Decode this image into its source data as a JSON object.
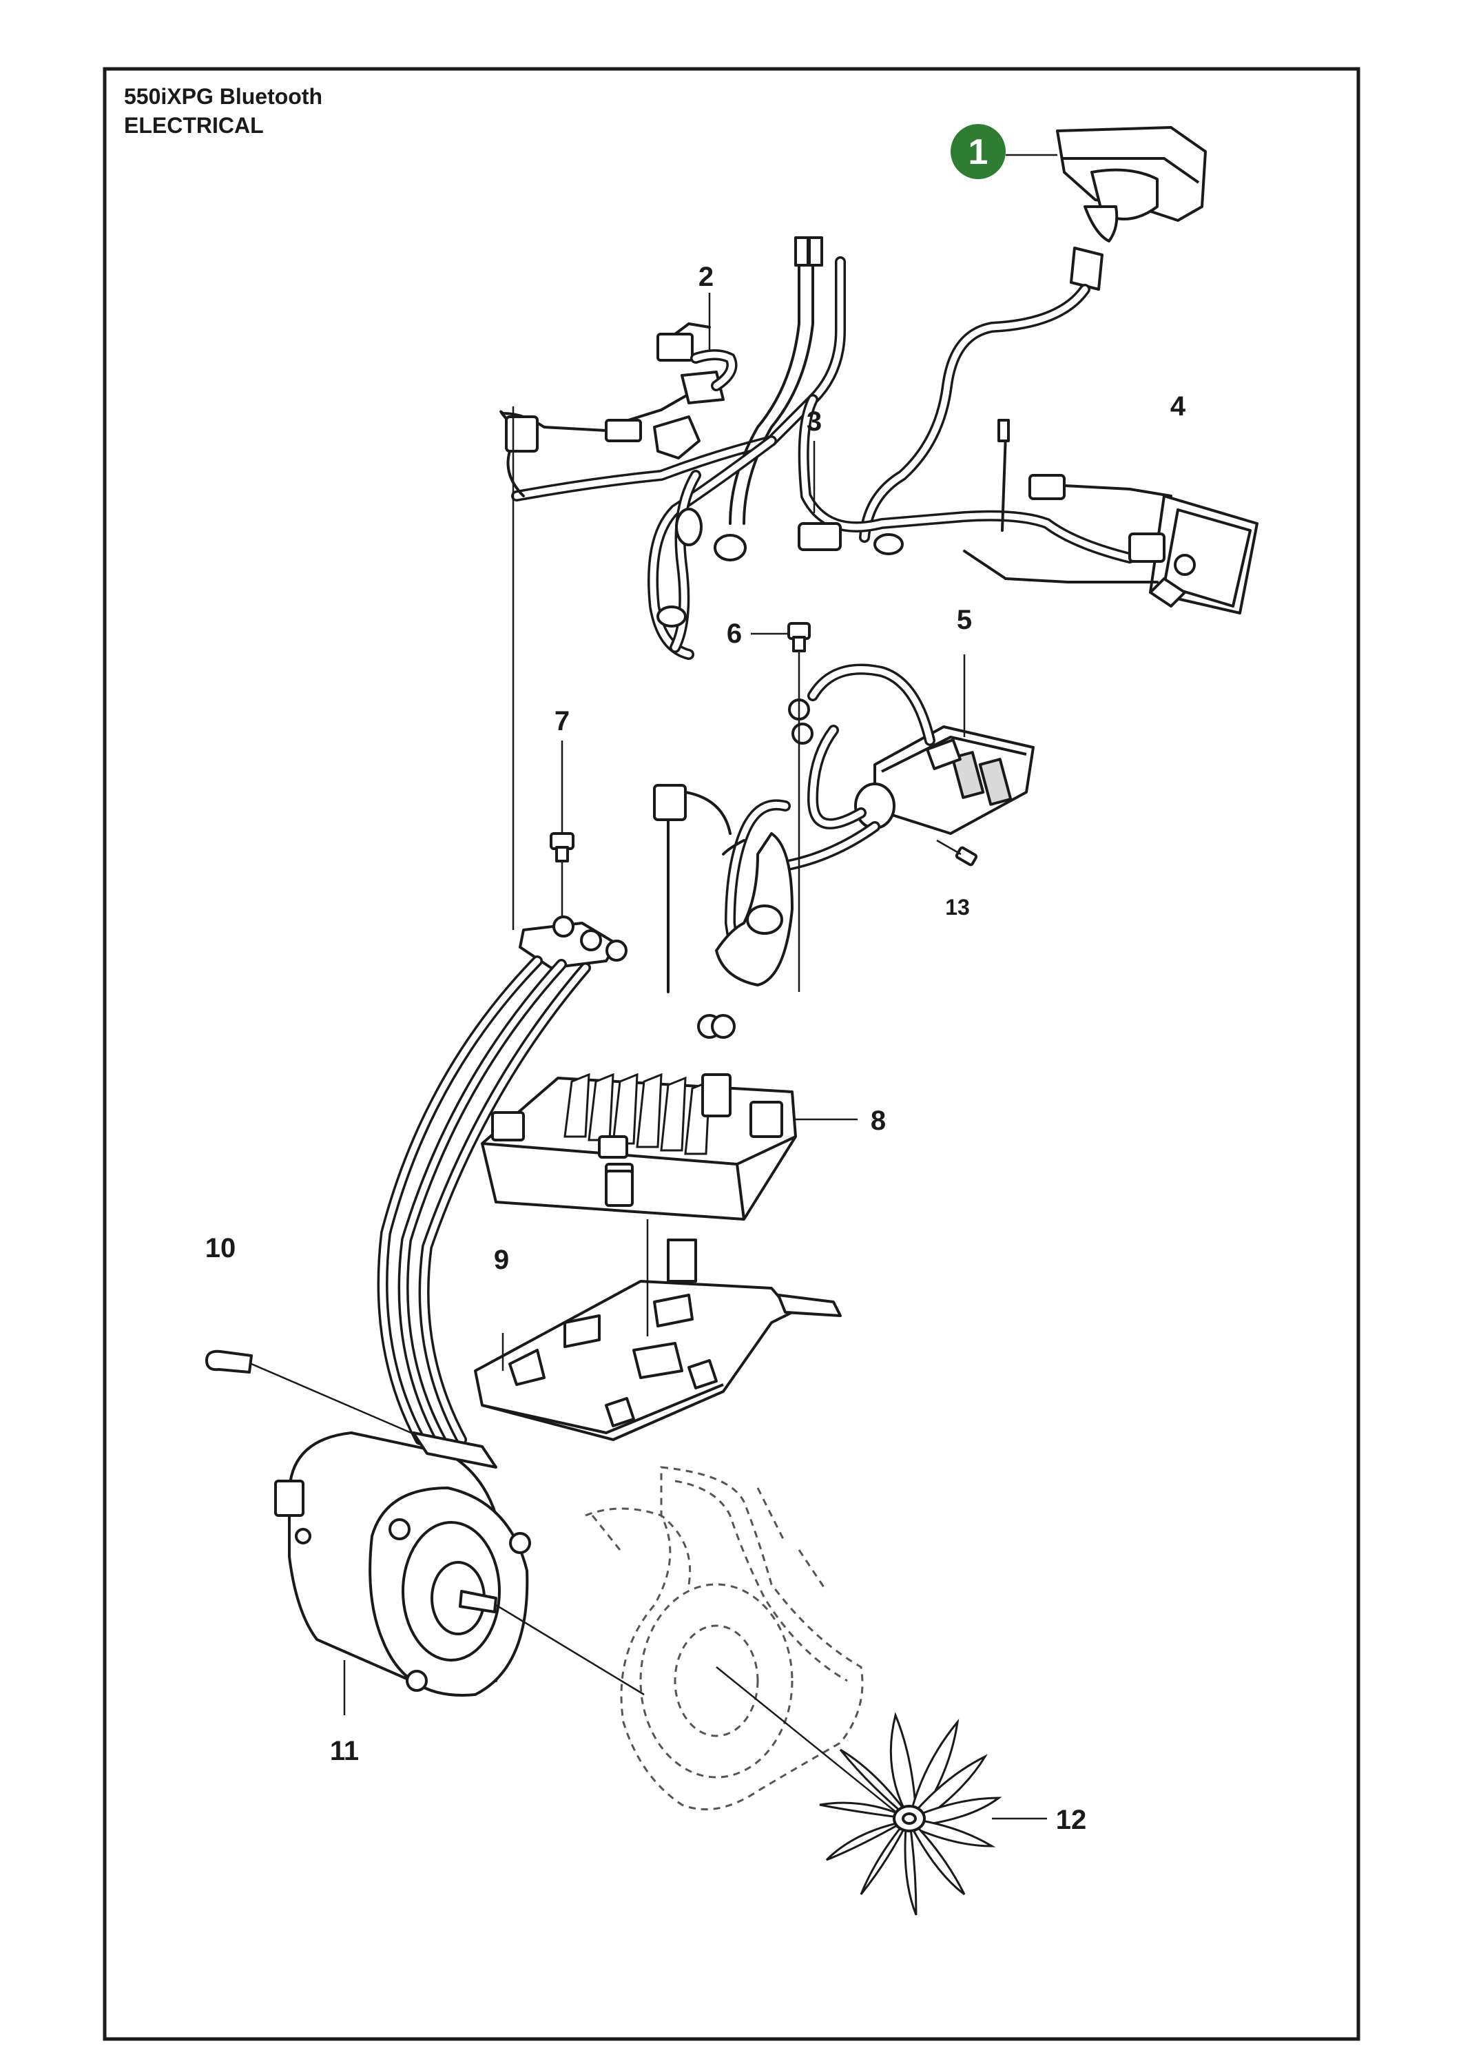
{
  "header": {
    "model": "550iXPG Bluetooth",
    "section": "ELECTRICAL"
  },
  "colors": {
    "frame": "#1a1a1a",
    "highlight_badge": "#2e7d32",
    "line": "#1a1a1a"
  },
  "parts": [
    {
      "id": "1",
      "label": "1",
      "highlighted": true
    },
    {
      "id": "2",
      "label": "2"
    },
    {
      "id": "3",
      "label": "3"
    },
    {
      "id": "4",
      "label": "4"
    },
    {
      "id": "5",
      "label": "5"
    },
    {
      "id": "6",
      "label": "6"
    },
    {
      "id": "7",
      "label": "7"
    },
    {
      "id": "8",
      "label": "8"
    },
    {
      "id": "9",
      "label": "9"
    },
    {
      "id": "10",
      "label": "10"
    },
    {
      "id": "11",
      "label": "11"
    },
    {
      "id": "12",
      "label": "12"
    },
    {
      "id": "13",
      "label": "13"
    }
  ]
}
